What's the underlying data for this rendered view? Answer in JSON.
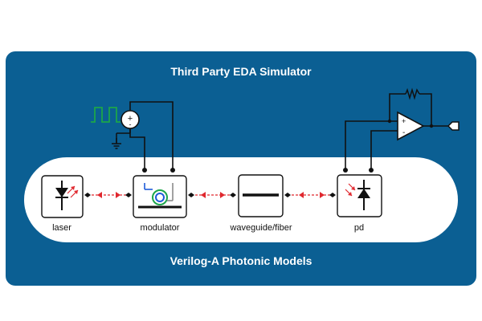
{
  "outer_title": "Third Party EDA Simulator",
  "inner_title": "Verilog-A Photonic Models",
  "components": {
    "laser": "laser",
    "modulator": "modulator",
    "waveguide": "waveguide/fiber",
    "pd": "pd"
  },
  "opamp": {
    "plus": "+",
    "minus": "-"
  },
  "source": {
    "symbol": "+",
    "minus": "-"
  },
  "colors": {
    "panel": "#0b5f93",
    "panel_border": "#0b5f93",
    "pill_fill": "#ffffff",
    "box_stroke": "#111111",
    "wire": "#111111",
    "optical_link": "#e0282f",
    "pulse_signal": "#1ca64a",
    "title_text": "#ffffff",
    "label_text": "#111111"
  },
  "icons": [
    "laser-diode-icon",
    "ring-modulator-icon",
    "waveguide-bar-icon",
    "photodiode-icon",
    "voltage-source-icon",
    "ground-icon",
    "op-amp-icon",
    "resistor-icon",
    "output-terminal-icon",
    "square-pulse-icon"
  ]
}
